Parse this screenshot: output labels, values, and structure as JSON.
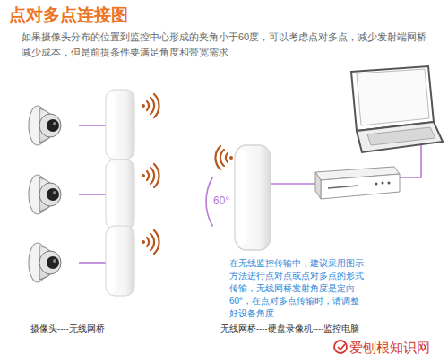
{
  "diagram": {
    "title": "点对多点连接图",
    "labels": [
      "如果摄像头分布的位置到监控中心形成的夹角小于60度，可以考虑点对多点，减少发射端网桥减少成本，但是前提条件要满足角度和带宽需求",
      "60°",
      "在无线监控传输中，建议采用图示方法进行点对点或点对多点的形式传输，无线网桥发射角度是定向60°，在点对多点传输时，请调整好设备角度",
      "摄像头----无线网桥",
      "无线网桥----硬盘录像机----监控电脑",
      "爱刨根知识网"
    ]
  }
}
